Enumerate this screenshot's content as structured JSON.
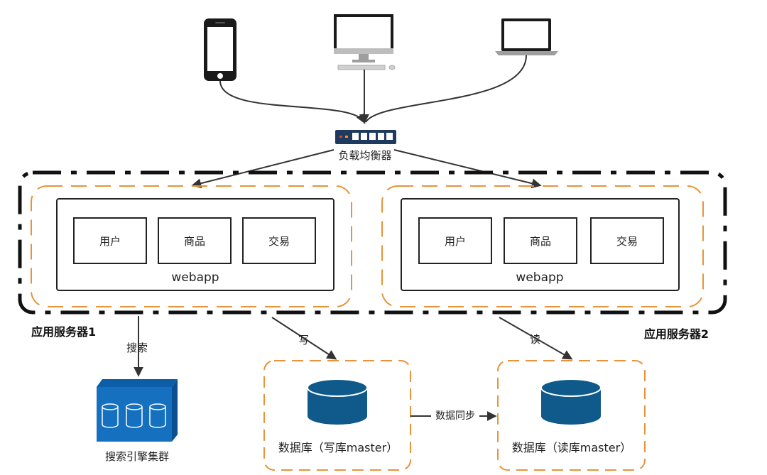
{
  "load_balancer": {
    "label": "负载均衡器"
  },
  "servers": [
    {
      "title": "应用服务器1",
      "modules": [
        "用户",
        "商品",
        "交易"
      ],
      "app_label": "webapp"
    },
    {
      "title": "应用服务器2",
      "modules": [
        "用户",
        "商品",
        "交易"
      ],
      "app_label": "webapp"
    }
  ],
  "edges": {
    "search": "搜索",
    "write": "写",
    "read": "读",
    "sync": "数据同步"
  },
  "search_cluster": {
    "label": "搜索引擎集群"
  },
  "databases": {
    "master": {
      "label": "数据库（写库master）"
    },
    "slave": {
      "label": "数据库（读库master）"
    }
  },
  "colors": {
    "accent_orange": "#e8933a",
    "db_blue": "#0f5a8a",
    "cluster_blue": "#1570c0",
    "line": "#333333"
  }
}
